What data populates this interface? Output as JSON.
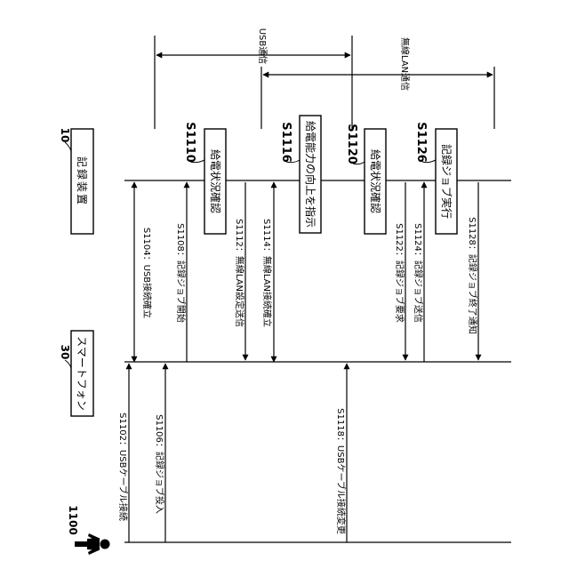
{
  "ref": {
    "system": "1100",
    "phone": "30",
    "device": "10"
  },
  "entities": {
    "phone": "スマートフォン",
    "device": "記録装置"
  },
  "bands": {
    "usb": "USB通信",
    "wlan": "無線LAN通信"
  },
  "steps": {
    "s1102": "S1102：USBケーブル接続",
    "s1104": "S1104：USB接続確立",
    "s1106": "S1106：記録ジョブ投入",
    "s1108": "S1108：記録ジョブ開始",
    "s1110": "S1110",
    "s1112": "S1112：無線LAN設定送信",
    "s1114": "S1114：無線LAN接続確立",
    "s1116": "S1116",
    "s1118": "S1118：USBケーブル接続変更",
    "s1120": "S1120",
    "s1122": "S1122：記録ジョブ要求",
    "s1124": "S1124：記録ジョブ送信",
    "s1126": "S1126",
    "s1128": "S1128：記録ジョブ終了通知"
  },
  "boxes": {
    "b1110": "給電状況確認",
    "b1116": "給電能力の向上を指示",
    "b1120": "給電状況確認",
    "b1126": "記録ジョブ実行"
  },
  "icons": {
    "user": "person-icon"
  }
}
